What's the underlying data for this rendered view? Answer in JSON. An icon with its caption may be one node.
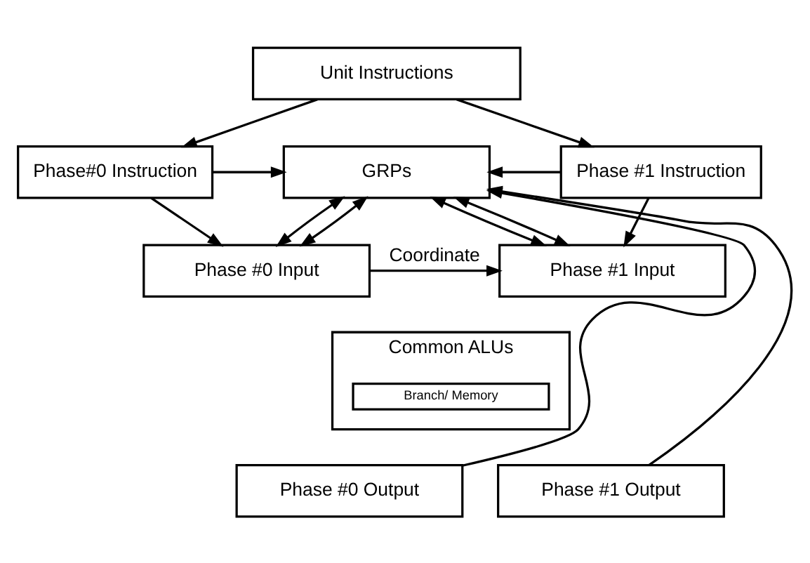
{
  "diagram": {
    "nodes": [
      {
        "text": [
          "Unit Instructions"
        ]
      },
      {
        "text": [
          "Phase#0 Instruction"
        ]
      },
      {
        "text": [
          "GRPs"
        ]
      },
      {
        "text": [
          "Phase #1 Instruction"
        ]
      },
      {
        "text": [
          "Phase #0 Input"
        ]
      },
      {
        "text": [
          "Phase #1 Input"
        ]
      },
      {
        "text": [
          "Common ALUs"
        ]
      },
      {
        "text": [
          "Branch/ Memory"
        ],
        "in": 6
      },
      {
        "text": [
          "Phase #0 Output"
        ]
      },
      {
        "text": [
          "Phase #1 Output"
        ]
      }
    ],
    "edges": [
      {
        "from": 0,
        "to": 1,
        "arrow": "to"
      },
      {
        "from": 0,
        "to": 3,
        "arrow": "to"
      },
      {
        "from": 8,
        "to": 2,
        "arrow": "to"
      },
      {
        "from": 9,
        "to": 2,
        "arrow": "to"
      },
      {
        "from": 1,
        "to": 2,
        "arrow": "to"
      },
      {
        "from": 3,
        "to": 2,
        "arrow": "to"
      },
      {
        "from": 2,
        "to": 4,
        "arrow": "both"
      },
      {
        "from": 2,
        "to": 4,
        "arrow": "both"
      },
      {
        "from": 2,
        "to": 5,
        "arrow": "both"
      },
      {
        "from": 2,
        "to": 5,
        "arrow": "both"
      },
      {
        "from": 1,
        "to": 4,
        "arrow": "to"
      },
      {
        "from": 3,
        "to": 5,
        "arrow": "to"
      },
      {
        "from": 4,
        "to": 5,
        "arrow": "to",
        "label": "Coordinate"
      }
    ]
  }
}
